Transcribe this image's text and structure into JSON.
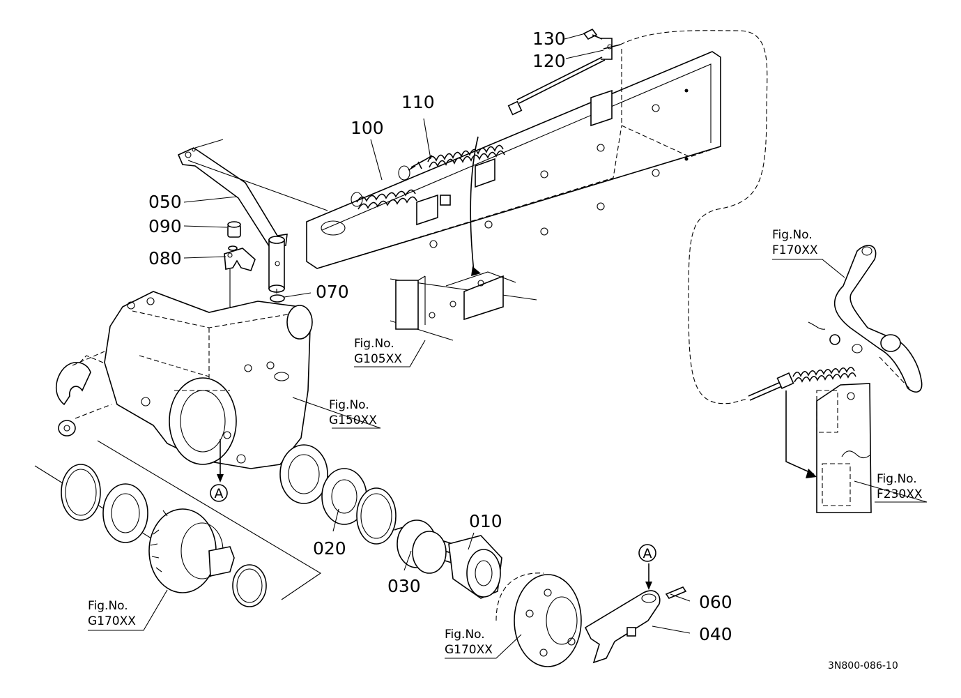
{
  "parts": [
    {
      "no": "130"
    },
    {
      "no": "120"
    },
    {
      "no": "110"
    },
    {
      "no": "100"
    },
    {
      "no": "050"
    },
    {
      "no": "090"
    },
    {
      "no": "080"
    },
    {
      "no": "070"
    },
    {
      "no": "010"
    },
    {
      "no": "020"
    },
    {
      "no": "030"
    },
    {
      "no": "060"
    },
    {
      "no": "040"
    }
  ],
  "fig_refs": [
    {
      "prefix": "Fig.No.",
      "code": "F170XX"
    },
    {
      "prefix": "Fig.No.",
      "code": "G105XX"
    },
    {
      "prefix": "Fig.No.",
      "code": "G150XX"
    },
    {
      "prefix": "Fig.No.",
      "code": "F230XX"
    },
    {
      "prefix": "Fig.No.",
      "code": "G170XX"
    },
    {
      "prefix": "Fig.No.",
      "code": "G170XX"
    }
  ],
  "markers": [
    {
      "letter": "A"
    },
    {
      "letter": "A"
    }
  ],
  "document_id": "3N800-086-10"
}
